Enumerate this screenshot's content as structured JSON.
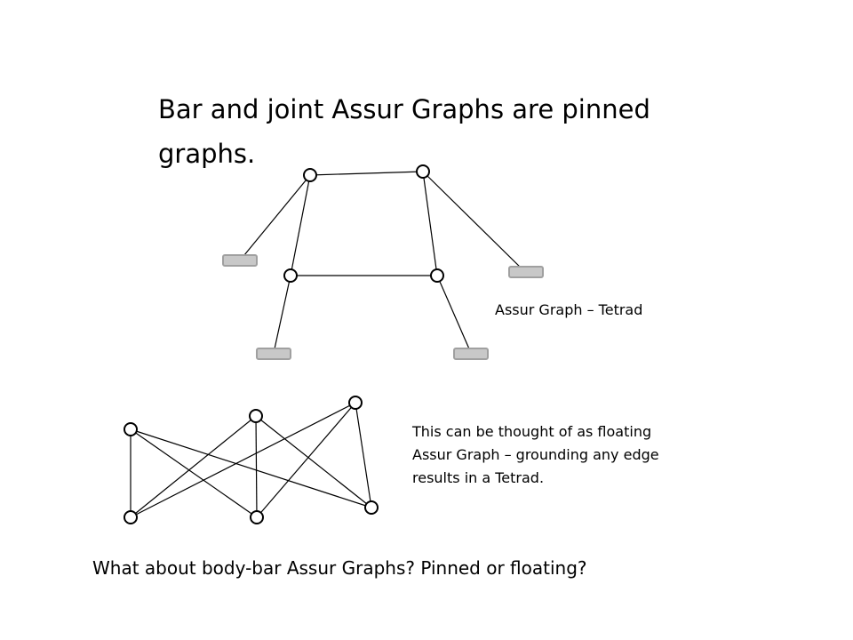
{
  "slide": {
    "title": "Bar and joint Assur Graphs are pinned graphs.",
    "tetrad_caption": "Assur Graph – Tetrad",
    "floating_caption_lines": [
      "This can be thought of as floating",
      "Assur Graph – grounding any edge",
      "results in a Tetrad."
    ],
    "question": "What about body-bar Assur Graphs?  Pinned or floating?"
  },
  "colors": {
    "joint_fill": "#ffffff",
    "ground_fill": "#c8c8c8",
    "edge": "#000000"
  }
}
